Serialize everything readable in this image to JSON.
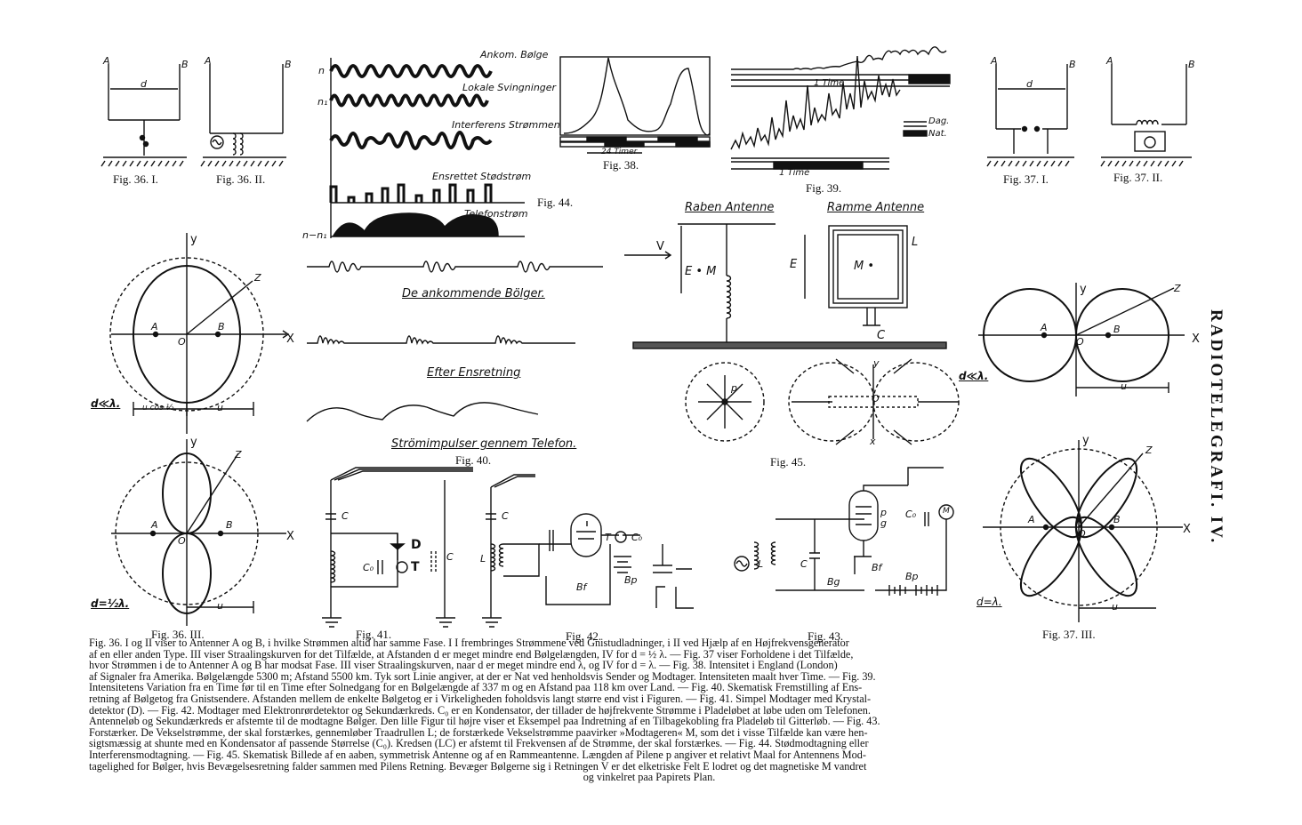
{
  "page_title": "RADIOTELEGRAFI. IV.",
  "figure_labels": {
    "fig36_1": "Fig. 36. I.",
    "fig36_2": "Fig. 36. II.",
    "fig36_3": "Fig. 36. III.",
    "fig37_1": "Fig. 37. I.",
    "fig37_2": "Fig. 37. II.",
    "fig37_3": "Fig. 37. III.",
    "fig38": "Fig. 38.",
    "fig39": "Fig. 39.",
    "fig40": "Fig. 40.",
    "fig41": "Fig. 41.",
    "fig42": "Fig. 42.",
    "fig43": "Fig. 43.",
    "fig44": "Fig. 44.",
    "fig45": "Fig. 45."
  },
  "fig44": {
    "waves": [
      "Ankom. Bølge",
      "Lokale Svingninger",
      "Interferens Strømmen",
      "Ensrettet Stødstrøm",
      "Telefonstrøm"
    ],
    "n": "n",
    "n1": "n₁",
    "n_minus": "n−n₁"
  },
  "fig40": {
    "incoming": "De ankommende Bölger.",
    "rectified": "Efter Ensretning",
    "pulses": "Strömimpulser gennem Telefon."
  },
  "fig38": {
    "span": "24 Timer"
  },
  "fig39": {
    "time1": "1 Time",
    "time2": "1 Time",
    "legend_day": "Dag.",
    "legend_night": "Nat."
  },
  "fig45": {
    "open_antenna": "Raben Antenne",
    "frame_antenna": "Ramme Antenne",
    "v": "V",
    "e": "E",
    "em": "E • M",
    "m": "M •",
    "l": "L",
    "c": "C",
    "p": "p",
    "o": "O",
    "x": "x",
    "y": "y"
  },
  "axes": {
    "x": "X",
    "y": "y",
    "z": "Z",
    "a": "A",
    "b": "B",
    "o": "O",
    "u": "u",
    "d": "d"
  },
  "conditions": {
    "d_small": "d≪λ.",
    "d_half": "d=½λ.",
    "d_lambda": "d=λ.",
    "u_cos": "u cos ½"
  },
  "circuit_labels": {
    "c": "C",
    "d": "D",
    "t": "T",
    "l": "L",
    "c0": "C₀",
    "bp": "Bp",
    "bf": "Bf",
    "bg": "Bg",
    "m": "M",
    "p": "p",
    "g": "g"
  },
  "caption": [
    "Fig. 36. I og II viser to Antenner A og B, i hvilke Strømmen altid har samme Fase. I I frembringes Strømmene ved Gnistudladninger, i II ved Hjælp af en Højfrekvensgenerator",
    "af en eller anden Type. III viser Straalingskurven for det Tilfælde, at Afstanden d er meget mindre end Bølgelængden, IV for d = ½ λ. — Fig. 37 viser Forholdene i det Tilfælde,",
    "hvor Strømmen i de to Antenner A og B har modsat Fase. III viser Straalingskurven, naar d er meget mindre end λ, og IV for d = λ. — Fig. 38. Intensitet i England (London)",
    "af Signaler fra Amerika. Bølgelængde 5300 m; Afstand 5500 km. Tyk sort Linie angiver, at der er Nat ved henholdsvis Sender og Modtager. Intensiteten maalt hver Time. — Fig. 39.",
    "Intensitetens Variation fra en Time før til en Time efter Solnedgang for en Bølgelængde af 337 m og en Afstand paa 118 km over Land. — Fig. 40. Skematisk Fremstilling af Ens-",
    "retning af Bølgetog fra Gnistsendere. Afstanden mellem de enkelte Bølgetog er i Virkeligheden foholdsvis langt større end vist i Figuren. — Fig. 41. Simpel Modtager med Krystal-",
    "detektor (D). — Fig. 42. Modtager med Elektronrørdetektor og Sekundærkreds. C₀ er en Kondensator, der tillader de højfrekvente Strømme i Pladeløbet at løbe uden om Telefonen.",
    "Antenneløb og Sekundærkreds er afstemte til de modtagne Bølger. Den lille Figur til højre viser et Eksempel paa Indretning af en Tilbagekobling fra Pladeløb til Gitterløb. — Fig. 43.",
    "Forstærker. De Vekselstrømme, der skal forstærkes, gennemløber Traadrullen L; de forstærkede Vekselstrømme paavirker »Modtageren« M, som det i visse Tilfælde kan være hen-",
    "sigtsmæssig at shunte med en Kondensator af passende Størrelse (C₀). Kredsen (LC) er afstemt til Frekvensen af de Strømme, der skal forstærkes. — Fig. 44. Stødmodtagning eller",
    "Interferensmodtagning. — Fig. 45. Skematisk Billede af en aaben, symmetrisk Antenne og af en Rammeantenne. Længden af Pilene p angiver et relativt Maal for Antennens Mod-",
    "tagelighed for Bølger, hvis Bevægelsesretning falder sammen med Pilens Retning. Bevæger Bølgerne sig i Retningen V er det elketriske Felt E lodret og det magnetiske M vandret",
    "og vinkelret paa Papirets Plan."
  ]
}
